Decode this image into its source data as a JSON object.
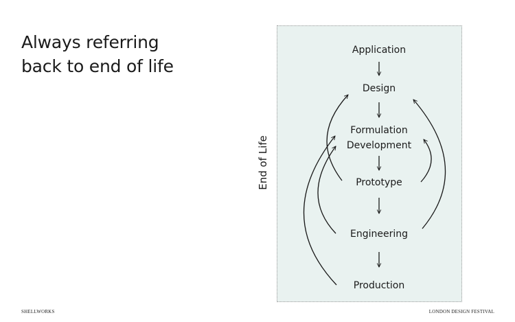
{
  "title_lines": [
    "Always referring",
    "back to end of life"
  ],
  "side_label": "End of Life",
  "stages": [
    "Application",
    "Design",
    "Formulation",
    "Development",
    "Prototype",
    "Engineering",
    "Production"
  ],
  "feedback_loops": [
    {
      "from": "Prototype",
      "to": "Design"
    },
    {
      "from": "Engineering",
      "to": "Formulation Development"
    },
    {
      "from": "Production",
      "to": "Formulation Development"
    },
    {
      "from": "Prototype",
      "to": "Formulation Development"
    },
    {
      "from": "Engineering",
      "to": "Design"
    }
  ],
  "footer": {
    "left": "SHELLWORKS",
    "right": "LONDON DESIGN FESTIVAL"
  }
}
